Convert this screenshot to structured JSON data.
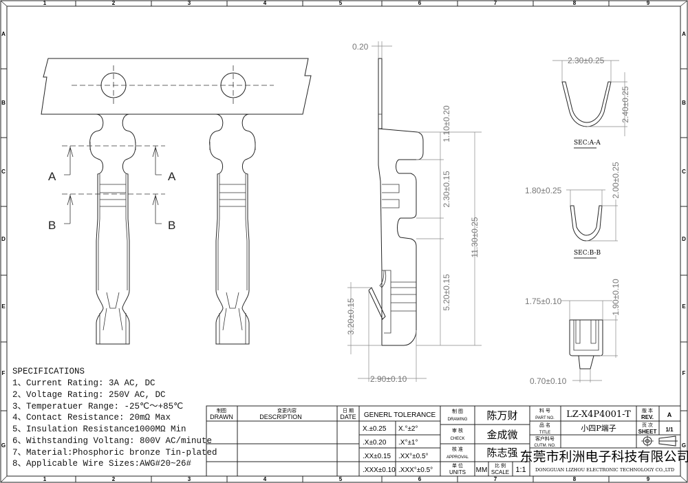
{
  "zones": {
    "columns": [
      "1",
      "2",
      "3",
      "4",
      "5",
      "6",
      "7",
      "8",
      "9"
    ],
    "rows": [
      "A",
      "B",
      "C",
      "D",
      "E",
      "F",
      "G"
    ]
  },
  "front_view": {
    "section_a": "A",
    "section_b": "B"
  },
  "side_view": {
    "dims": {
      "thickness": "0.20",
      "d1": "1.10±0.20",
      "d2": "2.30±0.15",
      "d3": "5.20±0.15",
      "overall": "11.30±0.25",
      "lance": "3.20±0.15",
      "width": "2.90±0.10"
    }
  },
  "section_aa": {
    "width": "2.30±0.25",
    "height": "2.40±0.25",
    "label": "SEC:A-A"
  },
  "section_bb": {
    "width": "1.80±0.25",
    "height": "2.00±0.25",
    "label": "SEC:B-B"
  },
  "end_view": {
    "width": "1.75±0.10",
    "height": "1.90±0.10",
    "tip": "0.70±0.10"
  },
  "specifications": {
    "title": "SPECIFICATIONS",
    "items": [
      "1、Current Rating: 3A AC, DC",
      "2、Voltage Rating: 250V AC, DC",
      "3、Temperatuer Range: -25℃～+85℃",
      "4、Contact Resistance: 20mΩ Max",
      "5、Insulation Resistance1000MΩ Min",
      "6、Withstanding Voltang: 800V AC/minute",
      "7、Material:Phosphoric bronze Tin-plated",
      "8、Applicable Wire Sizes:AWG#20~26#"
    ]
  },
  "title_block": {
    "drawn_cn": "制图",
    "drawn": "DRAWN",
    "desc_cn": "变更内容",
    "desc": "DESCRIPTION",
    "date_cn": "日 期",
    "date": "DATE",
    "tolerance_title": "GENERL TOLERANCE",
    "tolerances": [
      [
        "X.±0.25",
        "X.°±2°"
      ],
      [
        ".X±0.20",
        ".X°±1°"
      ],
      [
        ".XX±0.15",
        ".XX°±0.5°"
      ],
      [
        ".XXX±0.10",
        ".XXX°±0.5°"
      ]
    ],
    "drawing_cn": "制 图",
    "drawing": "DRAWING",
    "drawing_name": "陈万财",
    "check_cn": "审 核",
    "check": "CHECK",
    "check_name": "金成微",
    "approval_cn": "核 准",
    "approval": "APPROVAL",
    "approval_name": "陈志强",
    "units_cn": "单 位",
    "units": "UNITS",
    "units_value": "MM",
    "scale_cn": "比 例",
    "scale": "SCALE",
    "scale_value": "1:1",
    "part_no_cn": "料 号",
    "part_no": "PART NO.",
    "part_no_value": "LZ-X4P4001-T",
    "title_cn": "品 名",
    "title": "TITLE",
    "title_value": "小四P端子",
    "cust_no_cn": "客户料号",
    "cust_no": "CUTM. NO.",
    "cust_no_value": "",
    "rev_cn": "版 本",
    "rev": "REV.",
    "rev_value": "A",
    "sheet_cn": "页 次",
    "sheet": "SHEET",
    "sheet_value": "1/1",
    "company_cn": "东莞市利洲电子科技有限公司",
    "company_en": "DONGGUAN LIZHOU ELECTRONIC TECHNOLOGY CO.,LTD"
  }
}
